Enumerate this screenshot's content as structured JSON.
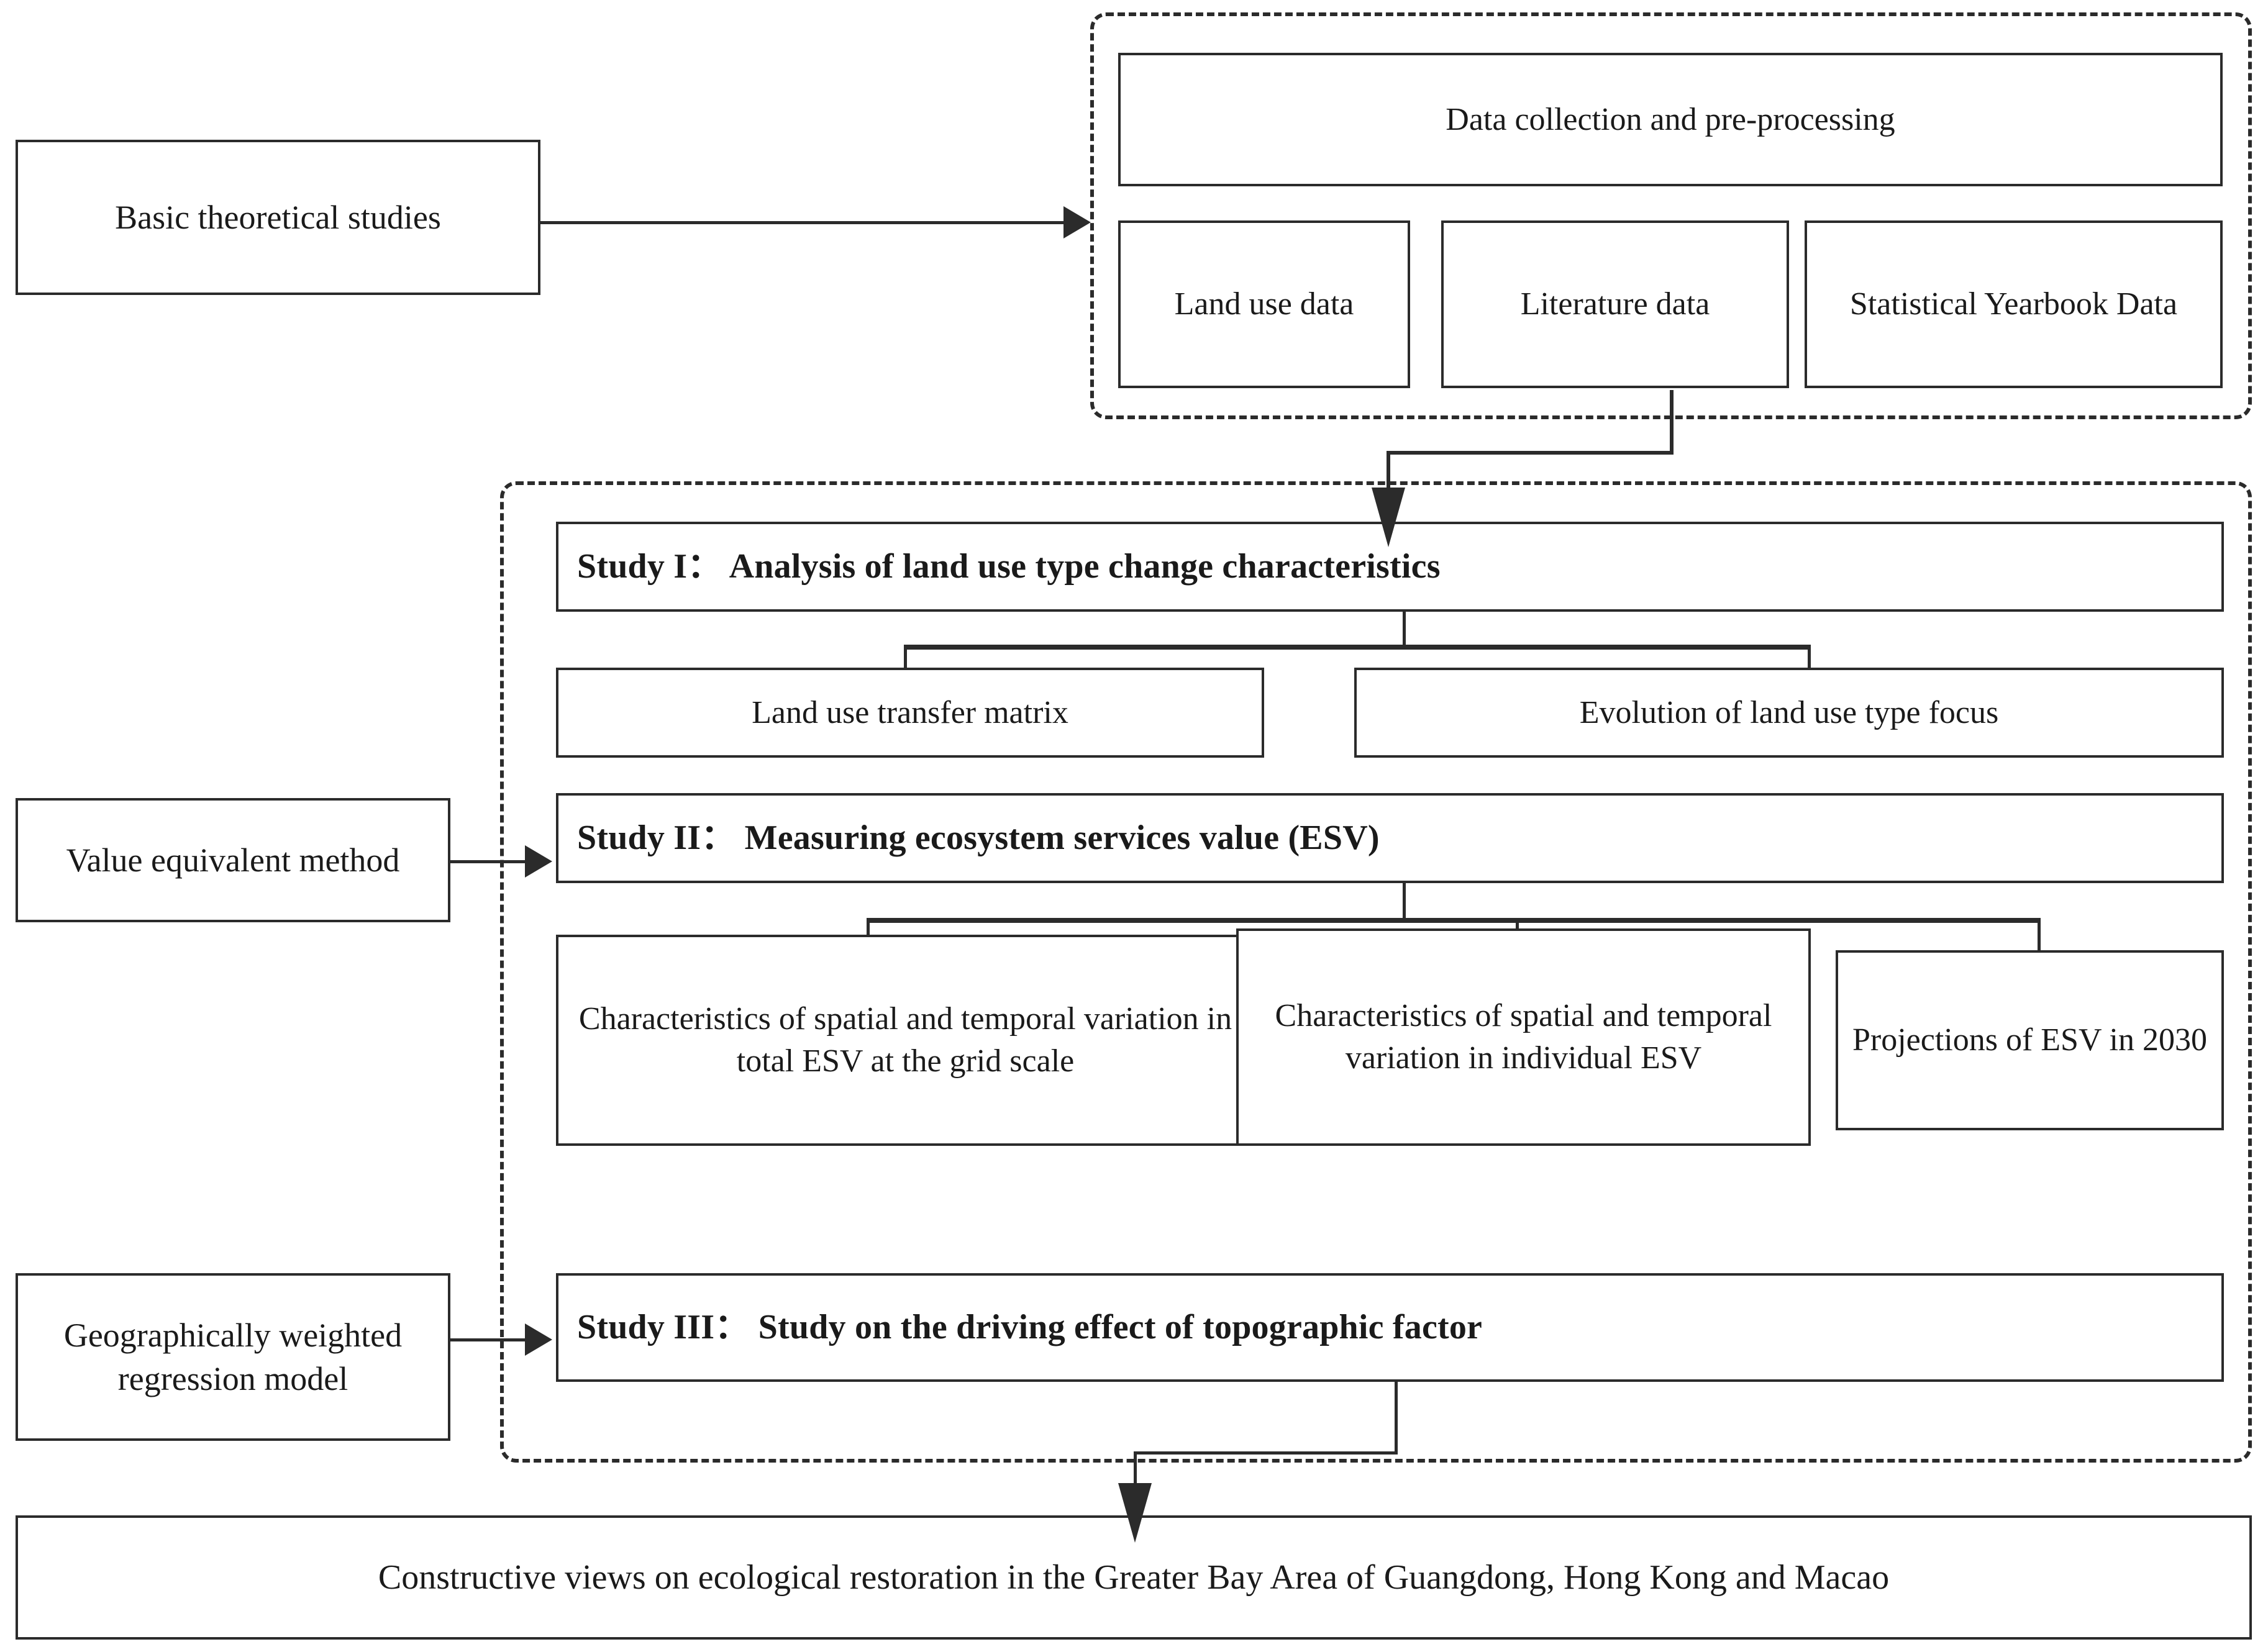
{
  "diagram": {
    "title": "Research framework flowchart",
    "accent_color": "#2b2b2b",
    "background_color": "#ffffff"
  },
  "left_column": {
    "theory_box": "Basic theoretical studies",
    "method_box": "Value equivalent method",
    "model_box": "Geographically weighted regression model"
  },
  "data_group": {
    "header": "Data collection and pre-processing",
    "sources": [
      {
        "label": "Land use data"
      },
      {
        "label": "Literature data"
      },
      {
        "label": "Statistical Yearbook Data"
      }
    ]
  },
  "studies_group": {
    "study1": {
      "header": "Study I：  Analysis of land use type change characteristics",
      "children": [
        {
          "label": "Land use transfer matrix"
        },
        {
          "label": "Evolution of land use type focus"
        }
      ]
    },
    "study2": {
      "header": "Study II：  Measuring ecosystem services value (ESV)",
      "children": [
        {
          "label": "Characteristics of spatial and temporal variation in total ESV at the grid scale"
        },
        {
          "label": "Characteristics of spatial and temporal variation in  individual ESV"
        },
        {
          "label": "Projections of ESV in 2030"
        }
      ]
    },
    "study3": {
      "header": "Study III：  Study on the driving effect of topographic factor"
    }
  },
  "conclusion": {
    "label": "Constructive views on ecological restoration in the Greater Bay Area of Guangdong, Hong Kong and Macao"
  }
}
